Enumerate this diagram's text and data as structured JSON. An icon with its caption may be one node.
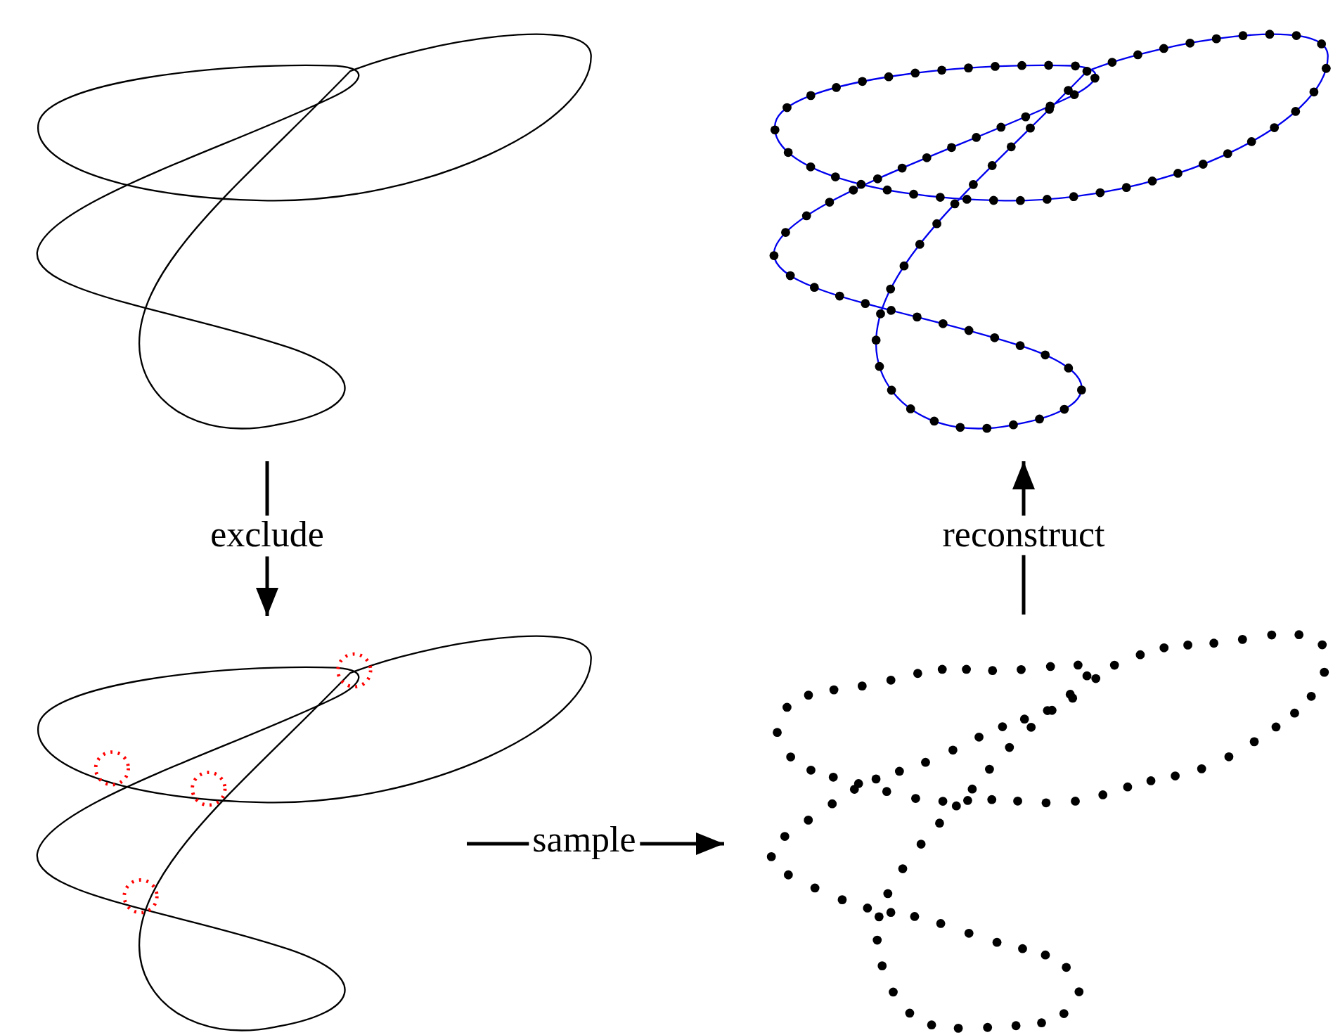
{
  "diagram": {
    "nodes": [
      {
        "text": [],
        "shape": "picture"
      },
      {
        "text": [],
        "shape": "picture"
      },
      {
        "text": [],
        "shape": "picture"
      },
      {
        "text": [],
        "shape": "picture"
      }
    ],
    "edges": [
      {
        "from": 0,
        "to": 1,
        "arrow": "to",
        "label": "exclude"
      },
      {
        "from": 1,
        "to": 2,
        "arrow": "to",
        "label": "sample"
      },
      {
        "from": 2,
        "to": 3,
        "arrow": "to",
        "label": "reconstruct"
      }
    ]
  }
}
